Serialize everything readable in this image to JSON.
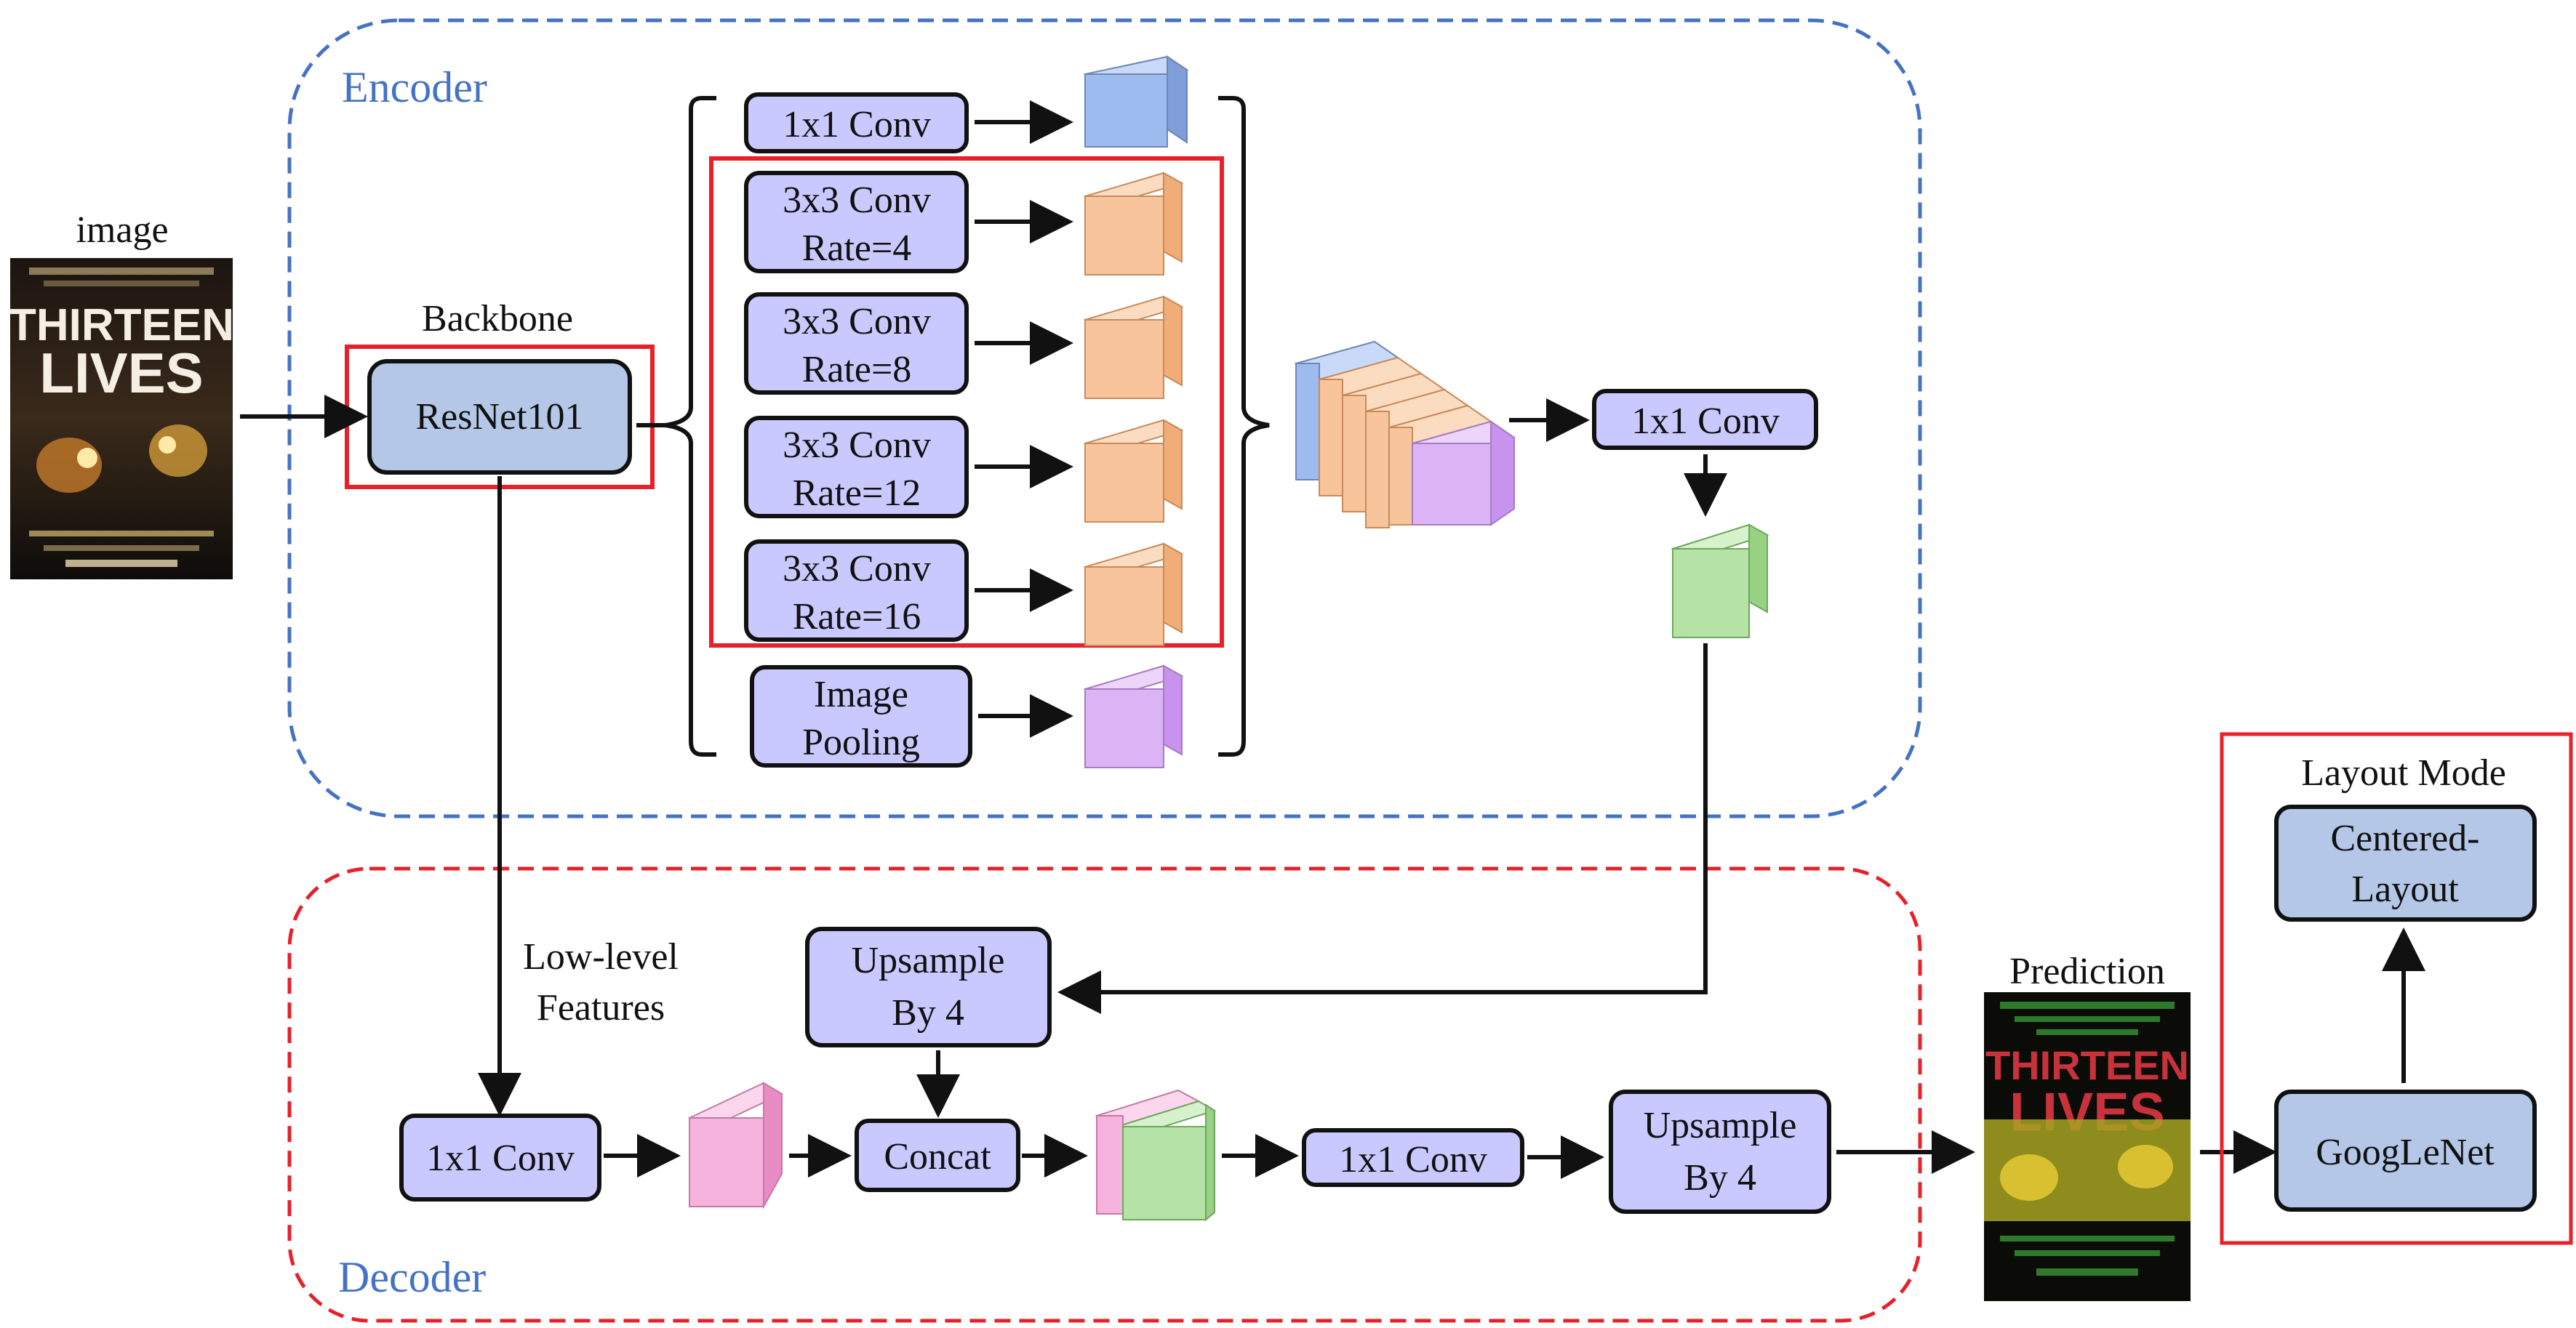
{
  "labels": {
    "image": "image",
    "backbone": "Backbone",
    "encoder": "Encoder",
    "decoder": "Decoder",
    "prediction": "Prediction",
    "layout_mode": "Layout Mode",
    "low_level_1": "Low-level",
    "low_level_2": "Features"
  },
  "boxes": {
    "resnet": "ResNet101",
    "aspp_conv1x1": "1x1 Conv",
    "aspp_rate4_l1": "3x3 Conv",
    "aspp_rate4_l2": "Rate=4",
    "aspp_rate8_l1": "3x3 Conv",
    "aspp_rate8_l2": "Rate=8",
    "aspp_rate12_l1": "3x3 Conv",
    "aspp_rate12_l2": "Rate=12",
    "aspp_rate16_l1": "3x3 Conv",
    "aspp_rate16_l2": "Rate=16",
    "pool_l1": "Image",
    "pool_l2": "Pooling",
    "enc_conv1x1": "1x1 Conv",
    "up_a_l1": "Upsample",
    "up_a_l2": "By 4",
    "dec_conv1x1_a": "1x1 Conv",
    "concat": "Concat",
    "dec_conv1x1_b": "1x1 Conv",
    "up_b_l1": "Upsample",
    "up_b_l2": "By 4",
    "centered_l1": "Centered-",
    "centered_l2": "Layout",
    "googlenet": "GoogLeNet"
  },
  "poster": {
    "title_1": "THIRTEEN",
    "title_2": "LIVES"
  },
  "colors": {
    "encoder_border": "#4472c4",
    "decoder_border": "#e8202a",
    "highlight_red": "#e8202a",
    "steel_box": "#b4c7e7",
    "lavender_box": "#c9c9ff",
    "cube_blue": "#9dbbee",
    "cube_orange": "#f7c49b",
    "cube_purple": "#dcb3f5",
    "cube_green": "#b5e3a6",
    "cube_pink": "#f5b2dc"
  }
}
